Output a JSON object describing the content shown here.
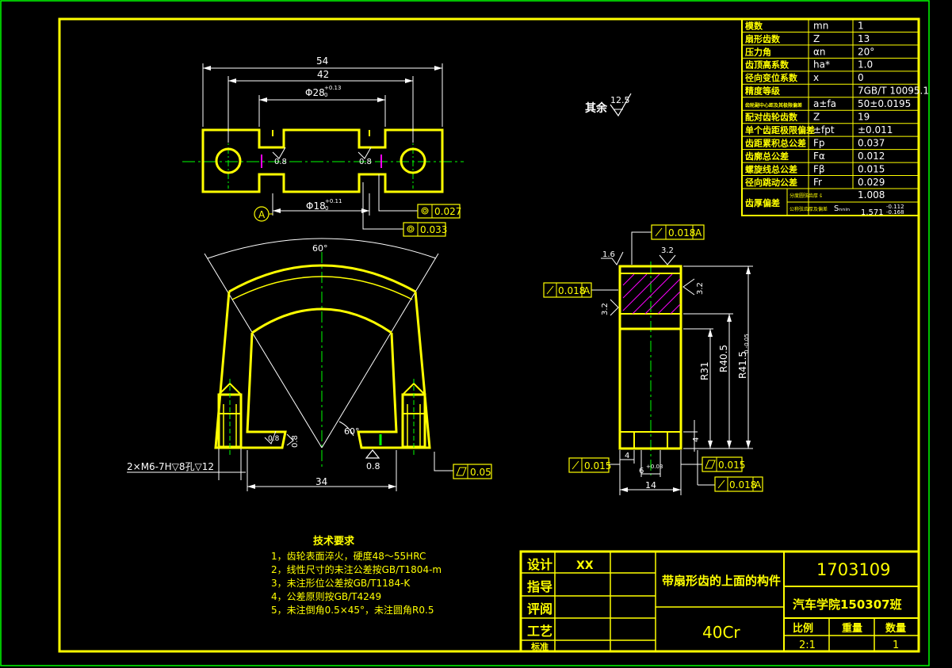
{
  "params": [
    {
      "name": "模数",
      "symbol": "mn",
      "value": "1"
    },
    {
      "name": "扇形齿数",
      "symbol": "Z",
      "value": "13"
    },
    {
      "name": "压力角",
      "symbol": "αn",
      "value": "20°"
    },
    {
      "name": "齿顶高系数",
      "symbol": "ha*",
      "value": "1.0"
    },
    {
      "name": "径向变位系数",
      "symbol": "x",
      "value": "0"
    },
    {
      "name": "精度等级",
      "symbol": "",
      "value": "7GB/T 10095.1"
    },
    {
      "name": "齿轮副中心距及其极限偏差",
      "symbol": "a±fa",
      "value": "50±0.0195"
    },
    {
      "name": "配对齿轮齿数",
      "symbol": "Z",
      "value": "19"
    },
    {
      "name": "单个齿距极限偏差",
      "symbol": "±fpt",
      "value": "±0.011"
    },
    {
      "name": "齿距累积总公差",
      "symbol": "Fp",
      "value": "0.037"
    },
    {
      "name": "齿廓总公差",
      "symbol": "Fα",
      "value": "0.012"
    },
    {
      "name": "螺旋线总公差",
      "symbol": "Fβ",
      "value": "0.015"
    },
    {
      "name": "径向跳动公差",
      "symbol": "Fr",
      "value": "0.029"
    }
  ],
  "thickness": {
    "group_label": "齿厚偏差",
    "row1_label": "分度圆弦齿厚 s̄",
    "row1_value": "1.008",
    "row2_label": "公称弦齿厚及偏差",
    "row2_symbol": "Sₙₙᵢₙ",
    "row2_value": "1.571",
    "row2_tol_upper": "-0.112",
    "row2_tol_lower": "-0.168"
  },
  "roughness_note": {
    "label": "其余",
    "value": "12.5"
  },
  "top_view": {
    "dim_54": "54",
    "dim_42": "42",
    "dim_phi28": "Φ28",
    "dim_phi28_tol_upper": "+0.13",
    "dim_phi28_tol_lower": "0",
    "dim_phi18": "Φ18",
    "dim_phi18_tol_upper": "+0.11",
    "dim_phi18_tol_lower": "0",
    "datum": "A",
    "rough_left": "0.8",
    "rough_right": "0.8",
    "tol1": "0.027",
    "tol2": "0.033"
  },
  "front_view": {
    "angle_top": "60°",
    "angle_inner": "60°",
    "thread": "2×M6-7H▽8孔▽12",
    "dim_34": "34",
    "rough_1": "0.8",
    "rough_2": "0.8",
    "rough_3": "0.8",
    "flatness": "0.05"
  },
  "side_view": {
    "runout_top": "0.018",
    "runout_top_datum": "A",
    "runout_left": "0.018",
    "runout_left_datum": "A",
    "rough_16": "1.6",
    "rough_32a": "3.2",
    "rough_32b": "3.2",
    "rough_32c": "3.2",
    "dim_R31": "R31",
    "dim_R405": "R40.5",
    "dim_R415": "R41.5",
    "dim_R415_tol": "0\n-0.05",
    "dim_4v": "4",
    "dim_4h": "4",
    "dim_6": "6",
    "dim_6_tol": "+0.03",
    "dim_14": "14",
    "runout_bottom_left": "0.015",
    "flatness_bottom": "0.015",
    "runout_bottom": "0.018",
    "runout_bottom_datum": "A"
  },
  "tech_req": {
    "title": "技术要求",
    "items": [
      "1，齿轮表面淬火，硬度48～55HRC",
      "2，线性尺寸的未注公差按GB/T1804-m",
      "3，未注形位公差按GB/T1184-K",
      "4，公差原则按GB/T4249",
      "5，未注倒角0.5×45°，未注圆角R0.5"
    ]
  },
  "title_block": {
    "design_label": "设计",
    "designer": "XX",
    "guide_label": "指导",
    "review_label": "评阅",
    "process_label": "工艺",
    "standard_label": "标准",
    "part_name": "带扇形齿的上面的构件",
    "material": "40Cr",
    "drawing_no": "1703109",
    "school": "汽车学院150307班",
    "scale_label": "比例",
    "weight_label": "重量",
    "qty_label": "数量",
    "scale": "2:1",
    "qty": "1"
  },
  "colors": {
    "line": "#ffff00",
    "text": "#ffff00",
    "dim": "#ffffff",
    "center": "#00ff00",
    "hatch": "#ff00ff",
    "bg": "#000000"
  }
}
